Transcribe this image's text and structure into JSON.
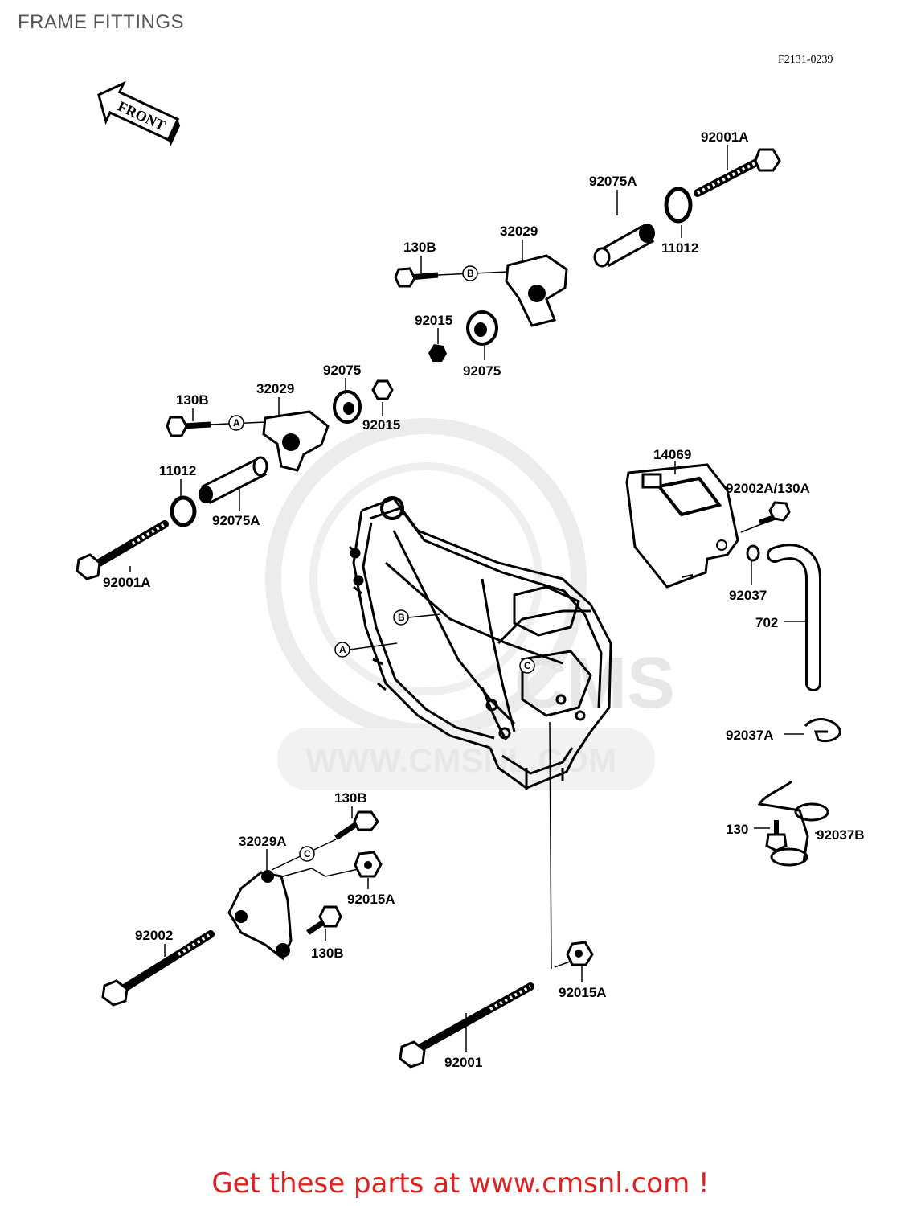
{
  "page": {
    "title": "FRAME FITTINGS"
  },
  "drawing": {
    "code": "F2131-0239",
    "front_marker": "FRONT"
  },
  "watermark": {
    "site": "WWW.CMSNL.COM",
    "logo": "CMS"
  },
  "refs": {
    "a": "A",
    "b": "B",
    "c": "C"
  },
  "parts": {
    "bolt_92001A_top": "92001A",
    "seal_11012_top": "11012",
    "collar_92075A_top": "92075A",
    "bracket_32029_top": "32029",
    "bolt_130B_top": "130B",
    "nut_92015_top": "92015",
    "bush_92075_top": "92075",
    "bush_92075_mid": "92075",
    "nut_92015_mid": "92015",
    "bracket_32029_mid": "32029",
    "bolt_130B_mid": "130B",
    "seal_11012_mid": "11012",
    "collar_92075A_mid": "92075A",
    "bolt_92001A_mid": "92001A",
    "tank_14069": "14069",
    "bolt_92002A_130A": "92002A/130A",
    "clamp_92037": "92037",
    "hose_702": "702",
    "clamp_92037A": "92037A",
    "bolt_130": "130",
    "bracket_92037B": "92037B",
    "bolt_130B_lower_top": "130B",
    "bracket_32029A": "32029A",
    "nut_92015A_lower": "92015A",
    "bolt_92002": "92002",
    "bolt_130B_lower_bottom": "130B",
    "nut_92015A_bottom": "92015A",
    "bolt_92001": "92001"
  },
  "footer": {
    "banner": "Get these parts at www.cmsnl.com !"
  }
}
